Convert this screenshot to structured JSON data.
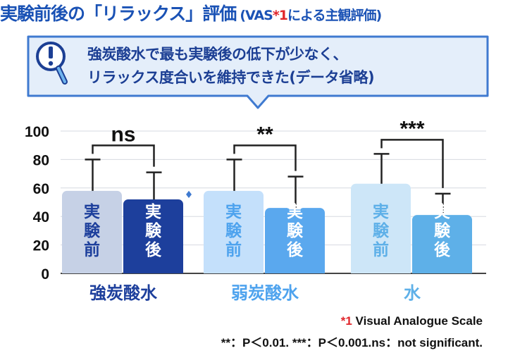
{
  "title": {
    "main": "実験前後の「リラックス」評価",
    "sub_prefix": "(VAS",
    "sub_marker": "*1",
    "sub_suffix": "による主観評価)"
  },
  "callout": {
    "line1": "強炭酸水で最も実験後の低下が少なく、",
    "line2": "リラックス度合いを維持できた(データ省略)"
  },
  "footnotes": {
    "marker": "*1",
    "vas": "Visual Analogue Scale",
    "significance": "**：P＜0.01. ***：P＜0.001.ns：not significant."
  },
  "colors": {
    "title": "#1a52b5",
    "callout_bg": "#e4eefa",
    "callout_border": "#3f7ad0",
    "strong_before": "#c6d1e6",
    "strong_after": "#1d3f9c",
    "weak_before": "#c4e0fb",
    "weak_after": "#5aa8ee",
    "water_before": "#cde6f8",
    "water_after": "#5eb0e8"
  },
  "chart_data": {
    "type": "bar",
    "ylim": [
      0,
      100
    ],
    "yticks": [
      0,
      20,
      40,
      60,
      80,
      100
    ],
    "grid": true,
    "groups": [
      {
        "name": "強炭酸水",
        "label_color": "#1d3f9c",
        "significance": "ns",
        "bars": [
          {
            "label": "実験前",
            "value": 58,
            "error_top": 80,
            "color": "#c6d1e6",
            "text_color": "#1d3f9c"
          },
          {
            "label": "実験後",
            "value": 52,
            "error_top": 71,
            "color": "#1d3f9c",
            "text_color": "#ffffff",
            "marker": "♦"
          }
        ]
      },
      {
        "name": "弱炭酸水",
        "label_color": "#4ea3ee",
        "significance": "**",
        "bars": [
          {
            "label": "実験前",
            "value": 58,
            "error_top": 80,
            "color": "#c4e0fb",
            "text_color": "#4ea3ee"
          },
          {
            "label": "実験後",
            "value": 46,
            "error_top": 68,
            "color": "#5aa8ee",
            "text_color": "#ffffff"
          }
        ]
      },
      {
        "name": "水",
        "label_color": "#5eb0e8",
        "significance": "***",
        "bars": [
          {
            "label": "実験前",
            "value": 63,
            "error_top": 84,
            "color": "#cde6f8",
            "text_color": "#5eb0e8"
          },
          {
            "label": "実験後",
            "value": 41,
            "error_top": 56,
            "color": "#5eb0e8",
            "text_color": "#ffffff"
          }
        ]
      }
    ]
  }
}
